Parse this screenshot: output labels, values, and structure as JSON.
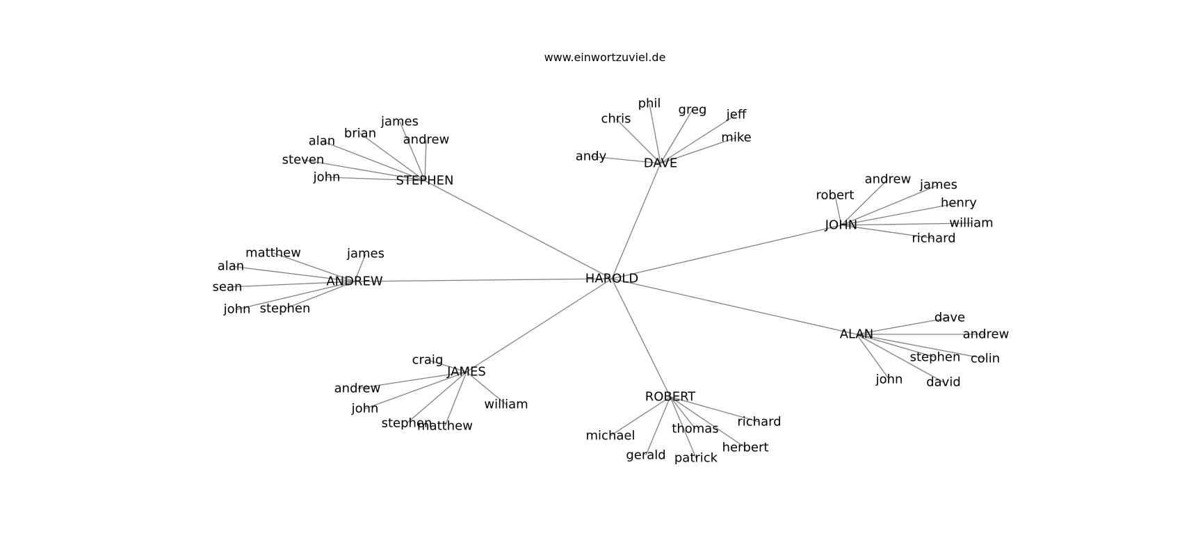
{
  "title": "www.einwortzuviel.de",
  "graph": {
    "root": "HAROLD",
    "groups": [
      {
        "hub": "STEPHEN",
        "leaves": [
          "james",
          "brian",
          "andrew",
          "alan",
          "steven",
          "john"
        ]
      },
      {
        "hub": "DAVE",
        "leaves": [
          "phil",
          "chris",
          "greg",
          "jeff",
          "mike",
          "andy"
        ]
      },
      {
        "hub": "JOHN",
        "leaves": [
          "andrew",
          "robert",
          "james",
          "henry",
          "william",
          "richard"
        ]
      },
      {
        "hub": "ANDREW",
        "leaves": [
          "matthew",
          "james",
          "alan",
          "sean",
          "john",
          "stephen"
        ]
      },
      {
        "hub": "ALAN",
        "leaves": [
          "dave",
          "andrew",
          "stephen",
          "colin",
          "john",
          "david"
        ]
      },
      {
        "hub": "JAMES",
        "leaves": [
          "craig",
          "andrew",
          "john",
          "william",
          "stephen",
          "matthew"
        ]
      },
      {
        "hub": "ROBERT",
        "leaves": [
          "richard",
          "thomas",
          "michael",
          "herbert",
          "gerald",
          "patrick"
        ]
      }
    ]
  }
}
